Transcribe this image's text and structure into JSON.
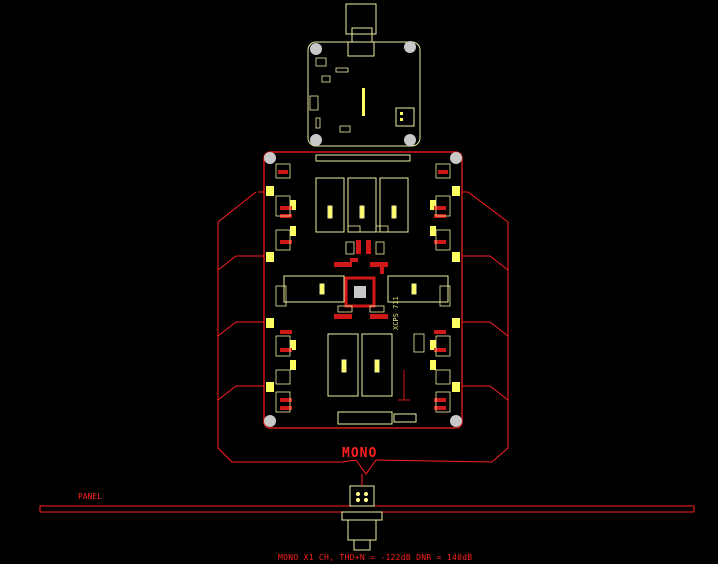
{
  "title": "",
  "labels": {
    "panel": "PANEL",
    "mono": "MONO",
    "spec": "MONO  X1 CH, THD+N = -122dB  DNR = 140dB",
    "refdes": "XCPS 711"
  },
  "colors": {
    "background": "#000000",
    "outline": "#ff2020",
    "silkscreen": "#f0f0a0",
    "pad": "#ffff60",
    "copper": "#d01818",
    "hole": "#c8c8c8"
  }
}
